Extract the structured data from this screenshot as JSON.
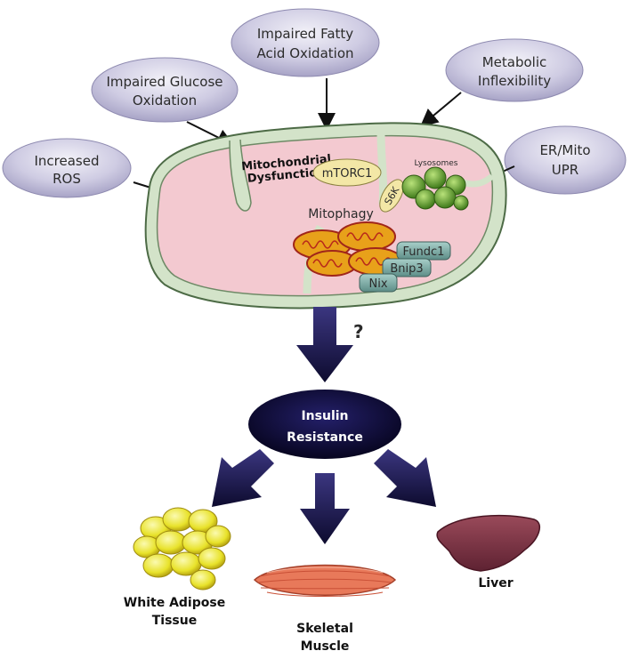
{
  "causes": {
    "increased_ros": [
      "Increased",
      "ROS"
    ],
    "impaired_glucose": [
      "Impaired Glucose",
      "Oxidation"
    ],
    "impaired_fatty_acid": [
      "Impaired Fatty",
      "Acid Oxidation"
    ],
    "metabolic_inflexibility": [
      "Metabolic",
      "Inflexibility"
    ],
    "er_mito_upr": [
      "ER/Mito",
      "UPR"
    ]
  },
  "mitochondrion": {
    "title": [
      "Mitochondrial",
      "Dysfunction"
    ],
    "mtorc1": "mTORC1",
    "s6k": "S6K",
    "lysosomes": "Lysosomes",
    "mitophagy": "Mitophagy",
    "receptors": [
      "Fundc1",
      "Bnip3",
      "Nix"
    ]
  },
  "question_mark": "?",
  "center": [
    "Insulin",
    "Resistance"
  ],
  "tissues": {
    "wat": [
      "White Adipose",
      "Tissue"
    ],
    "muscle": [
      "Skeletal",
      "Muscle"
    ],
    "liver": "Liver"
  },
  "colors": {
    "oval_fill": "#c9c6e0",
    "mito_membrane": "#d3e3c9",
    "mito_matrix": "#f3c9d0",
    "arrow_dark": "#1d1a4a",
    "center_fill": "#0f0c3c",
    "lysosome": "#6fae2f",
    "damaged_mito": "#e8a11a",
    "receptor": "#6f9f9a"
  }
}
